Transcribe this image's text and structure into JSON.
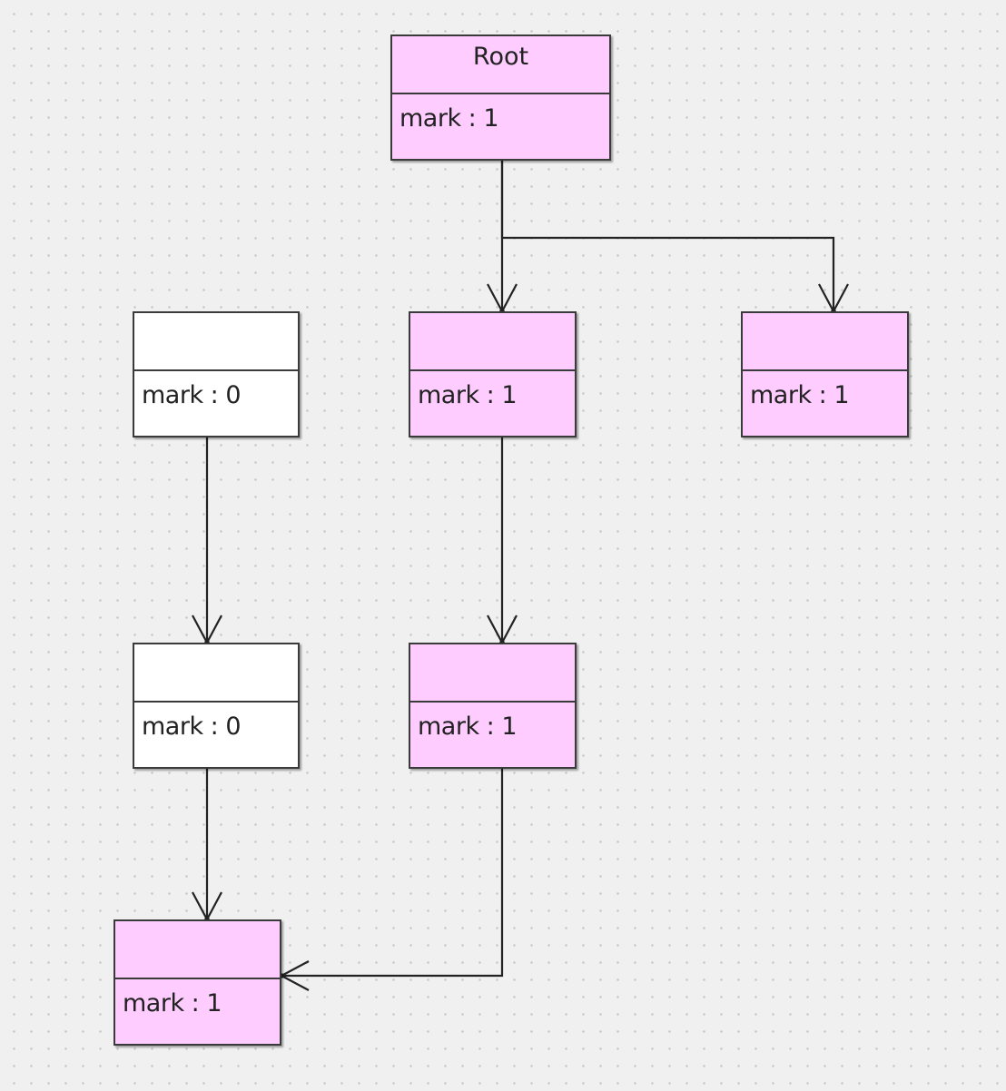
{
  "colors": {
    "marked": "#ffccff",
    "unmarked": "#ffffff",
    "stroke": "#3a3a3a",
    "edge": "#222222"
  },
  "nodes": [
    {
      "id": "root",
      "name": "Root",
      "attribute": "mark : 1",
      "marked": true
    },
    {
      "id": "white-top",
      "name": "",
      "attribute": "mark : 0",
      "marked": false
    },
    {
      "id": "pink-middle-top",
      "name": "",
      "attribute": "mark : 1",
      "marked": true
    },
    {
      "id": "pink-right",
      "name": "",
      "attribute": "mark : 1",
      "marked": true
    },
    {
      "id": "white-middle",
      "name": "",
      "attribute": "mark : 0",
      "marked": false
    },
    {
      "id": "pink-middle-bottom",
      "name": "",
      "attribute": "mark : 1",
      "marked": true
    },
    {
      "id": "pink-bottom",
      "name": "",
      "attribute": "mark : 1",
      "marked": true
    }
  ],
  "edges": [
    {
      "from": "root",
      "to": "pink-middle-top"
    },
    {
      "from": "root",
      "to": "pink-right"
    },
    {
      "from": "white-top",
      "to": "white-middle"
    },
    {
      "from": "pink-middle-top",
      "to": "pink-middle-bottom"
    },
    {
      "from": "white-middle",
      "to": "pink-bottom"
    },
    {
      "from": "pink-middle-bottom",
      "to": "pink-bottom"
    }
  ]
}
